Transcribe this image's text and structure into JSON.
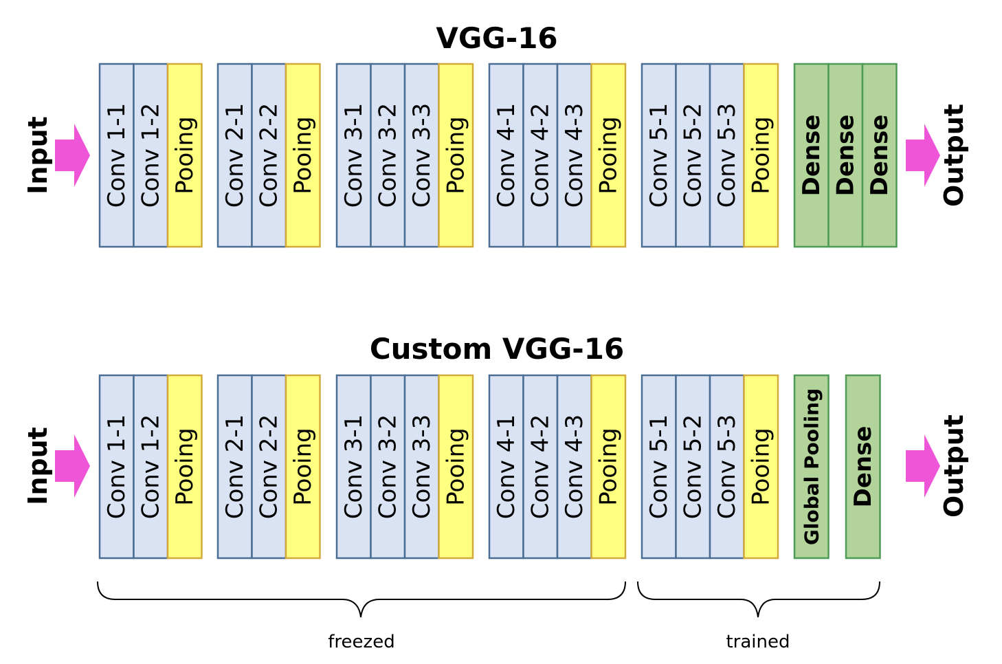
{
  "colors": {
    "conv_fill": "#DAE3F3",
    "conv_stroke": "#4A6E93",
    "pool_fill": "#FFFF80",
    "pool_stroke": "#D3A93C",
    "dense_fill": "#B2D49A",
    "dense_stroke": "#4E9A56",
    "arrow": "#EE55D7"
  },
  "diagrams": [
    {
      "title": "VGG-16",
      "input_label": "Input",
      "output_label": "Output",
      "blocks": [
        [
          {
            "label": "Conv 1-1",
            "kind": "conv"
          },
          {
            "label": "Conv 1-2",
            "kind": "conv"
          },
          {
            "label": "Pooing",
            "kind": "pool"
          }
        ],
        [
          {
            "label": "Conv 2-1",
            "kind": "conv"
          },
          {
            "label": "Conv 2-2",
            "kind": "conv"
          },
          {
            "label": "Pooing",
            "kind": "pool"
          }
        ],
        [
          {
            "label": "Conv 3-1",
            "kind": "conv"
          },
          {
            "label": "Conv 3-2",
            "kind": "conv"
          },
          {
            "label": "Conv 3-3",
            "kind": "conv"
          },
          {
            "label": "Pooing",
            "kind": "pool"
          }
        ],
        [
          {
            "label": "Conv 4-1",
            "kind": "conv"
          },
          {
            "label": "Conv 4-2",
            "kind": "conv"
          },
          {
            "label": "Conv 4-3",
            "kind": "conv"
          },
          {
            "label": "Pooing",
            "kind": "pool"
          }
        ],
        [
          {
            "label": "Conv 5-1",
            "kind": "conv"
          },
          {
            "label": "Conv 5-2",
            "kind": "conv"
          },
          {
            "label": "Conv 5-3",
            "kind": "conv"
          },
          {
            "label": "Pooing",
            "kind": "pool"
          }
        ],
        [
          {
            "label": "Dense",
            "kind": "dense"
          },
          {
            "label": "Dense",
            "kind": "dense"
          },
          {
            "label": "Dense",
            "kind": "dense"
          }
        ]
      ]
    },
    {
      "title": "Custom VGG-16",
      "input_label": "Input",
      "output_label": "Output",
      "blocks": [
        [
          {
            "label": "Conv 1-1",
            "kind": "conv"
          },
          {
            "label": "Conv 1-2",
            "kind": "conv"
          },
          {
            "label": "Pooing",
            "kind": "pool"
          }
        ],
        [
          {
            "label": "Conv 2-1",
            "kind": "conv"
          },
          {
            "label": "Conv 2-2",
            "kind": "conv"
          },
          {
            "label": "Pooing",
            "kind": "pool"
          }
        ],
        [
          {
            "label": "Conv 3-1",
            "kind": "conv"
          },
          {
            "label": "Conv 3-2",
            "kind": "conv"
          },
          {
            "label": "Conv 3-3",
            "kind": "conv"
          },
          {
            "label": "Pooing",
            "kind": "pool"
          }
        ],
        [
          {
            "label": "Conv 4-1",
            "kind": "conv"
          },
          {
            "label": "Conv 4-2",
            "kind": "conv"
          },
          {
            "label": "Conv 4-3",
            "kind": "conv"
          },
          {
            "label": "Pooing",
            "kind": "pool"
          }
        ],
        [
          {
            "label": "Conv 5-1",
            "kind": "conv"
          },
          {
            "label": "Conv 5-2",
            "kind": "conv"
          },
          {
            "label": "Conv 5-3",
            "kind": "conv"
          },
          {
            "label": "Pooing",
            "kind": "pool"
          }
        ],
        [
          {
            "label": "Global Pooling",
            "kind": "dense"
          }
        ],
        [
          {
            "label": "Dense",
            "kind": "dense"
          }
        ]
      ],
      "braces": [
        {
          "label": "freezed"
        },
        {
          "label": "trained"
        }
      ]
    }
  ]
}
